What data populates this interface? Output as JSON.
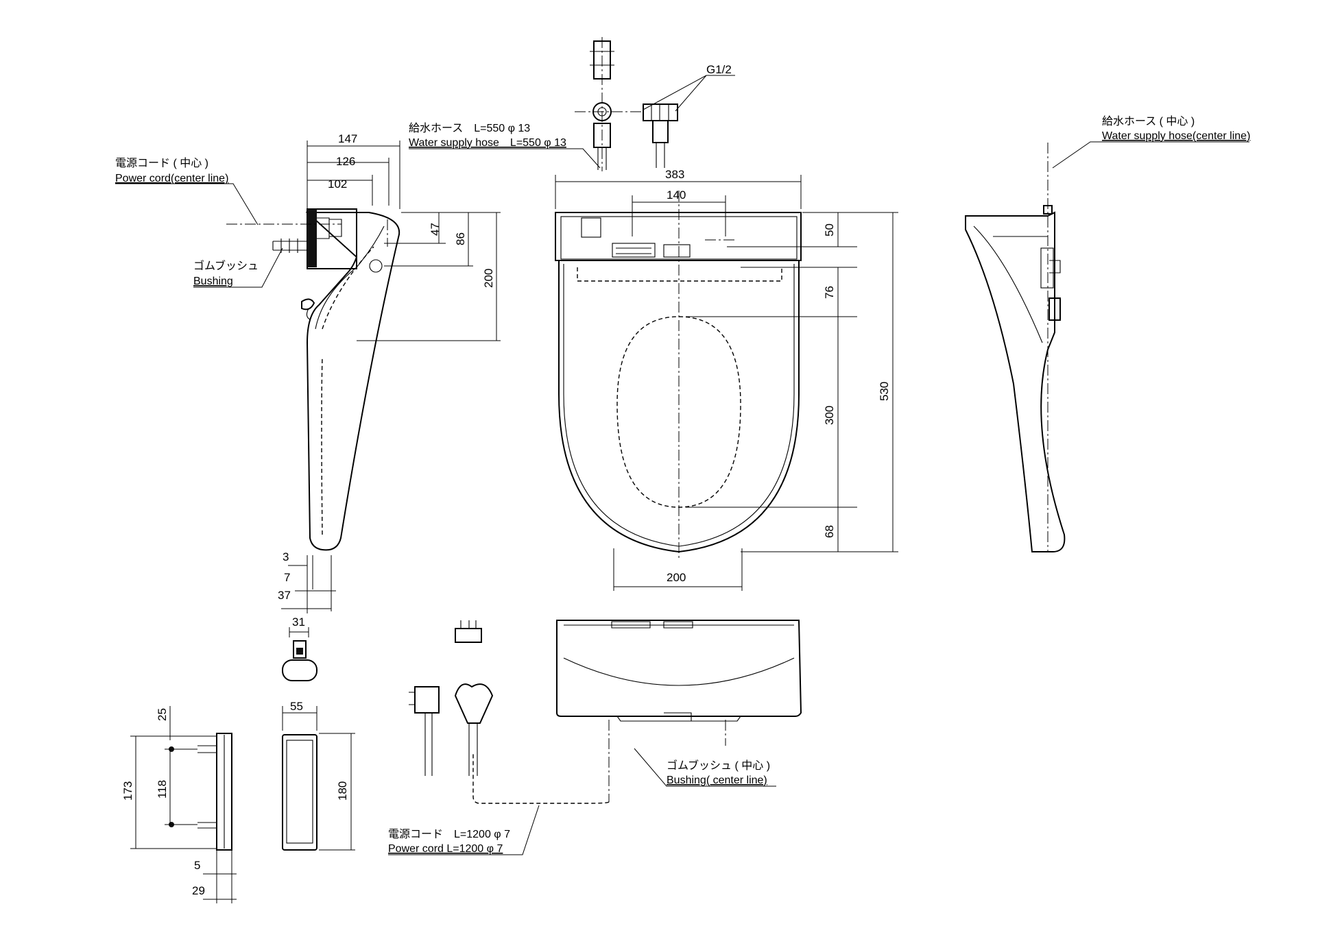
{
  "dimensions": {
    "side_147": "147",
    "side_126": "126",
    "side_102": "102",
    "side_47": "47",
    "side_86": "86",
    "side_200": "200",
    "side_3": "3",
    "side_7": "7",
    "side_37": "37",
    "bush_31": "31",
    "top_383": "383",
    "top_140": "140",
    "top_50": "50",
    "top_76": "76",
    "top_300": "300",
    "top_68": "68",
    "top_530": "530",
    "top_200": "200",
    "thread_g": "G1/2",
    "panel_25": "25",
    "panel_173": "173",
    "panel_118": "118",
    "panel_5": "5",
    "panel_29": "29",
    "panel_55": "55",
    "panel_180": "180"
  },
  "labels": {
    "power_cord_center_jp": "電源コード ( 中心 )",
    "power_cord_center_en": "Power cord(center line)",
    "bushing_jp": "ゴムブッシュ",
    "bushing_en": "Bushing",
    "water_hose_jp": "給水ホース　L=550 φ 13",
    "water_hose_en": "Water supply hose　L=550 φ 13",
    "water_hose_center_jp": "給水ホース ( 中心 )",
    "water_hose_center_en": "Water supply hose(center line)",
    "bushing_center_jp": "ゴムブッシュ ( 中心 )",
    "bushing_center_en": "Bushing( center line)",
    "power_cord_len_jp": "電源コード　L=1200 φ 7",
    "power_cord_len_en": "Power cord L=1200 φ 7"
  }
}
